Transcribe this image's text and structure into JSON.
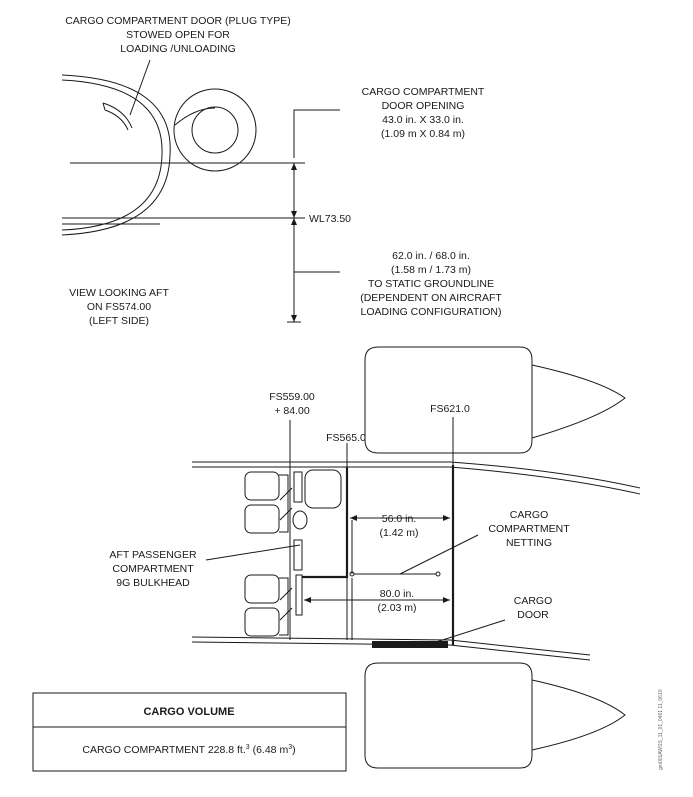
{
  "top_view": {
    "door_label": [
      "CARGO COMPARTMENT DOOR (PLUG TYPE)",
      "STOWED OPEN FOR",
      "LOADING /UNLOADING"
    ],
    "opening_label": [
      "CARGO COMPARTMENT",
      "DOOR OPENING",
      "43.0 in. X 33.0 in.",
      "(1.09 m X 0.84 m)"
    ],
    "waterline_label": "WL73.50",
    "ground_label": [
      "62.0 in. / 68.0 in.",
      "(1.58 m / 1.73 m)",
      "TO STATIC GROUNDLINE",
      "(DEPENDENT ON AIRCRAFT",
      "LOADING CONFIGURATION)"
    ],
    "view_label": [
      "VIEW LOOKING AFT",
      "ON FS574.00",
      "(LEFT SIDE)"
    ]
  },
  "plan_view": {
    "fs559": [
      "FS559.00",
      "+ 84.00"
    ],
    "fs565": "FS565.0",
    "fs621": "FS621.0",
    "dim_56": [
      "56.0 in.",
      "(1.42 m)"
    ],
    "dim_80": [
      "80.0 in.",
      "(2.03 m)"
    ],
    "netting": [
      "CARGO",
      "COMPARTMENT",
      "NETTING"
    ],
    "bulkhead": [
      "AFT PASSENGER",
      "COMPARTMENT",
      "9G BULKHEAD"
    ],
    "cargo_door": [
      "CARGO",
      "DOOR"
    ]
  },
  "volume_table": {
    "header": "CARGO VOLUME",
    "row_text": "CARGO COMPARTMENT 228.8 ft.",
    "row_sup1": "3",
    "row_metric": " (6.48 m",
    "row_sup2": "3",
    "row_close": ")"
  },
  "figure_code": "gm001AWSS_11_01_0461 11_0610"
}
